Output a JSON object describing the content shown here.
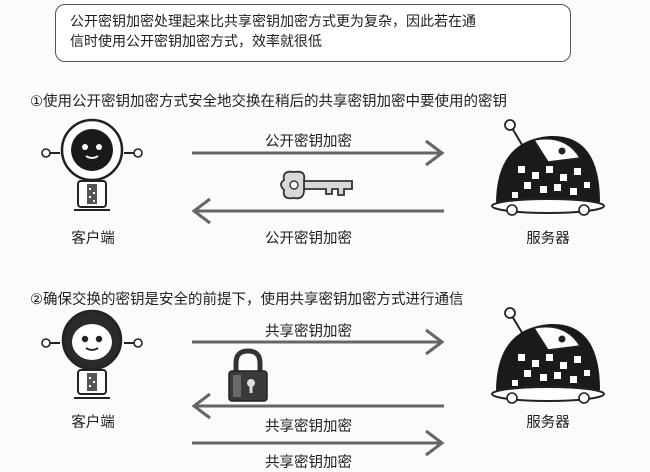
{
  "note": {
    "line1": "公开密钥加密处理起来比共享密钥加密方式更为复杂，因此若在通",
    "line2": "信时使用公开密钥加密方式，效率就很低"
  },
  "step1": {
    "heading": "①使用公开密钥加密方式安全地交换在稍后的共享密钥加密中要使用的密钥",
    "arrow_top_label": "公开密钥加密",
    "arrow_bottom_label": "公开密钥加密",
    "client_label": "客户端",
    "server_label": "服务器",
    "item_icon": "key-icon"
  },
  "step2": {
    "heading": "②确保交换的密钥是安全的前提下，使用共享密钥加密方式进行通信",
    "arrow1_label": "共享密钥加密",
    "arrow2_label": "共享密钥加密",
    "arrow3_label": "共享密钥加密",
    "client_label": "客户端",
    "server_label": "服务器",
    "item_icon": "padlock-icon"
  }
}
